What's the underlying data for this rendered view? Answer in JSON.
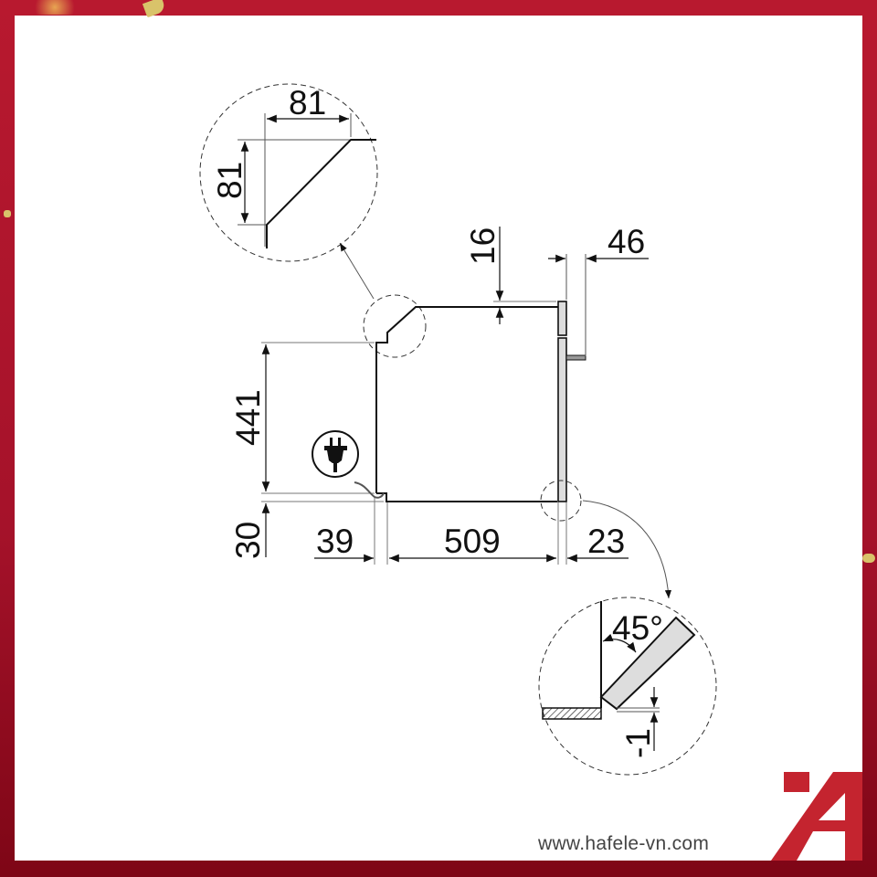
{
  "frame": {
    "border_color": "#b8192f",
    "background": "#ffffff"
  },
  "drawing": {
    "type": "built-in oven installation dimension drawing (side view)",
    "dimensions": {
      "top_detail_width": "81",
      "top_detail_height": "81",
      "top_offset": "16",
      "front_protrusion": "46",
      "height": "441",
      "bottom_offset": "30",
      "rear_gap": "39",
      "depth": "509",
      "front_panel": "23",
      "angle": "45°",
      "bottom_gap": "-1"
    },
    "icons": {
      "power": "power-plug-icon"
    }
  },
  "footer": {
    "website": "www.hafele-vn.com",
    "brand_color": "#c4242f"
  }
}
